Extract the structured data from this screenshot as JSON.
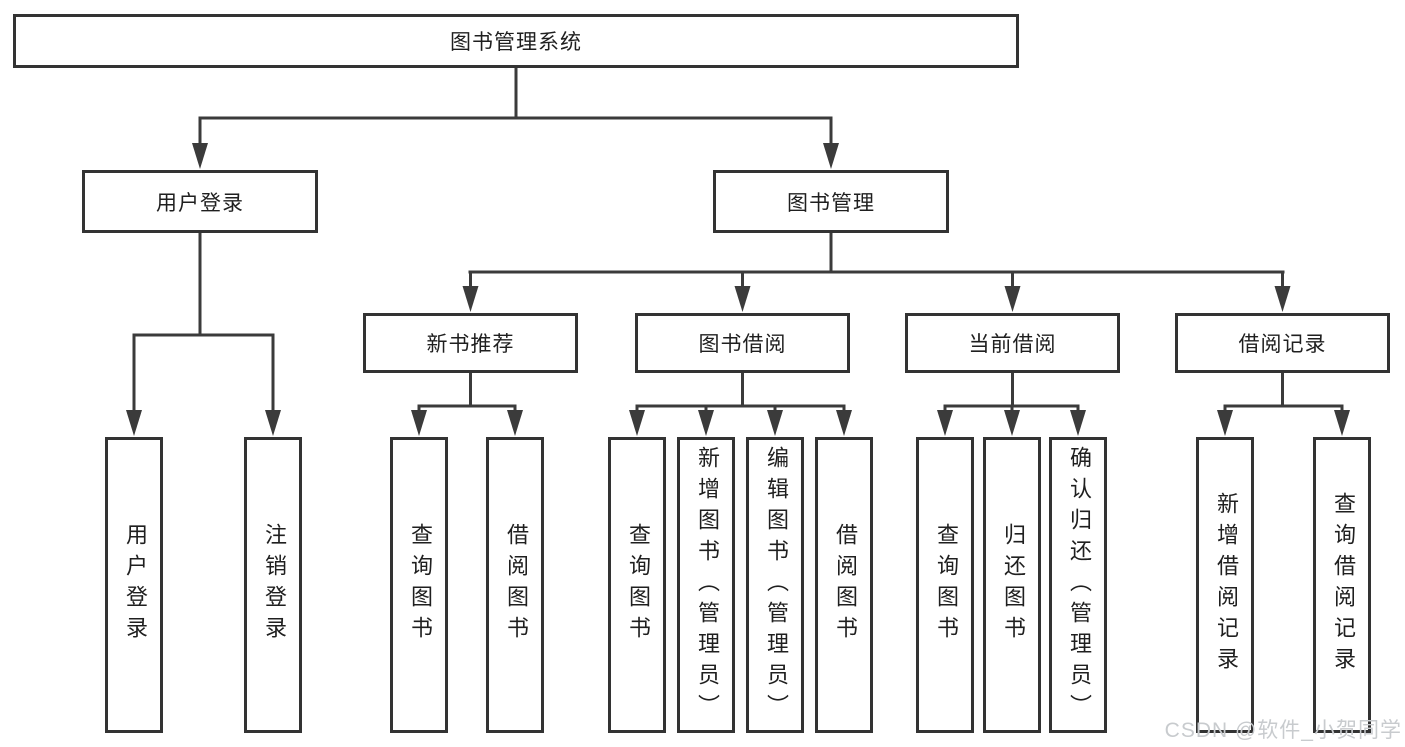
{
  "tree": {
    "root": {
      "label": "图书管理系统"
    },
    "branches": [
      {
        "label": "用户登录",
        "children": [
          {
            "label": "用户登录"
          },
          {
            "label": "注销登录"
          }
        ]
      },
      {
        "label": "图书管理",
        "children": [
          {
            "label": "新书推荐",
            "children": [
              {
                "label": "查询图书"
              },
              {
                "label": "借阅图书"
              }
            ]
          },
          {
            "label": "图书借阅",
            "children": [
              {
                "label": "查询图书"
              },
              {
                "label": "新增图书（管理员）"
              },
              {
                "label": "编辑图书（管理员）"
              },
              {
                "label": "借阅图书"
              }
            ]
          },
          {
            "label": "当前借阅",
            "children": [
              {
                "label": "查询图书"
              },
              {
                "label": "归还图书"
              },
              {
                "label": "确认归还（管理员）"
              }
            ]
          },
          {
            "label": "借阅记录",
            "children": [
              {
                "label": "新增借阅记录"
              },
              {
                "label": "查询借阅记录"
              }
            ]
          }
        ]
      }
    ]
  },
  "watermark": {
    "text": "CSDN @软件_小贺同学"
  },
  "colors": {
    "line": "#3b3b3b",
    "box_border": "#333333",
    "box_fill": "#ffffff",
    "text": "#1f1f1f",
    "watermark": "#c8cbce",
    "background": "#ffffff"
  }
}
